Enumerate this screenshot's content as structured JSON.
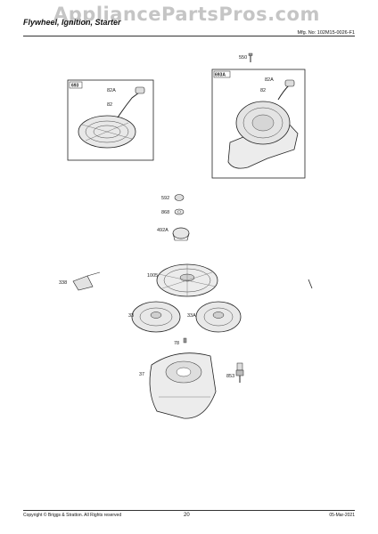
{
  "header": {
    "title": "Flywheel, Ignition, Starter",
    "watermark": "AppliancePartsPros.com",
    "mfg_no": "Mfg. No: 102M15-0026-F1"
  },
  "callouts": {
    "box1": "693",
    "box1_a": "82A",
    "box1_b": "82",
    "box2": "693A",
    "box2_a": "82A",
    "box2_b": "82",
    "p550": "550",
    "p592": "592",
    "p868": "868",
    "p492a": "492A",
    "p1005": "1005",
    "p338": "338",
    "p33": "33",
    "p33a": "33A",
    "p78": "78",
    "p37": "37",
    "p853": "853"
  },
  "footer": {
    "copyright": "Copyright © Briggs & Stratton. All Rights reserved",
    "page": "20",
    "date": "05-Mar-2021"
  }
}
